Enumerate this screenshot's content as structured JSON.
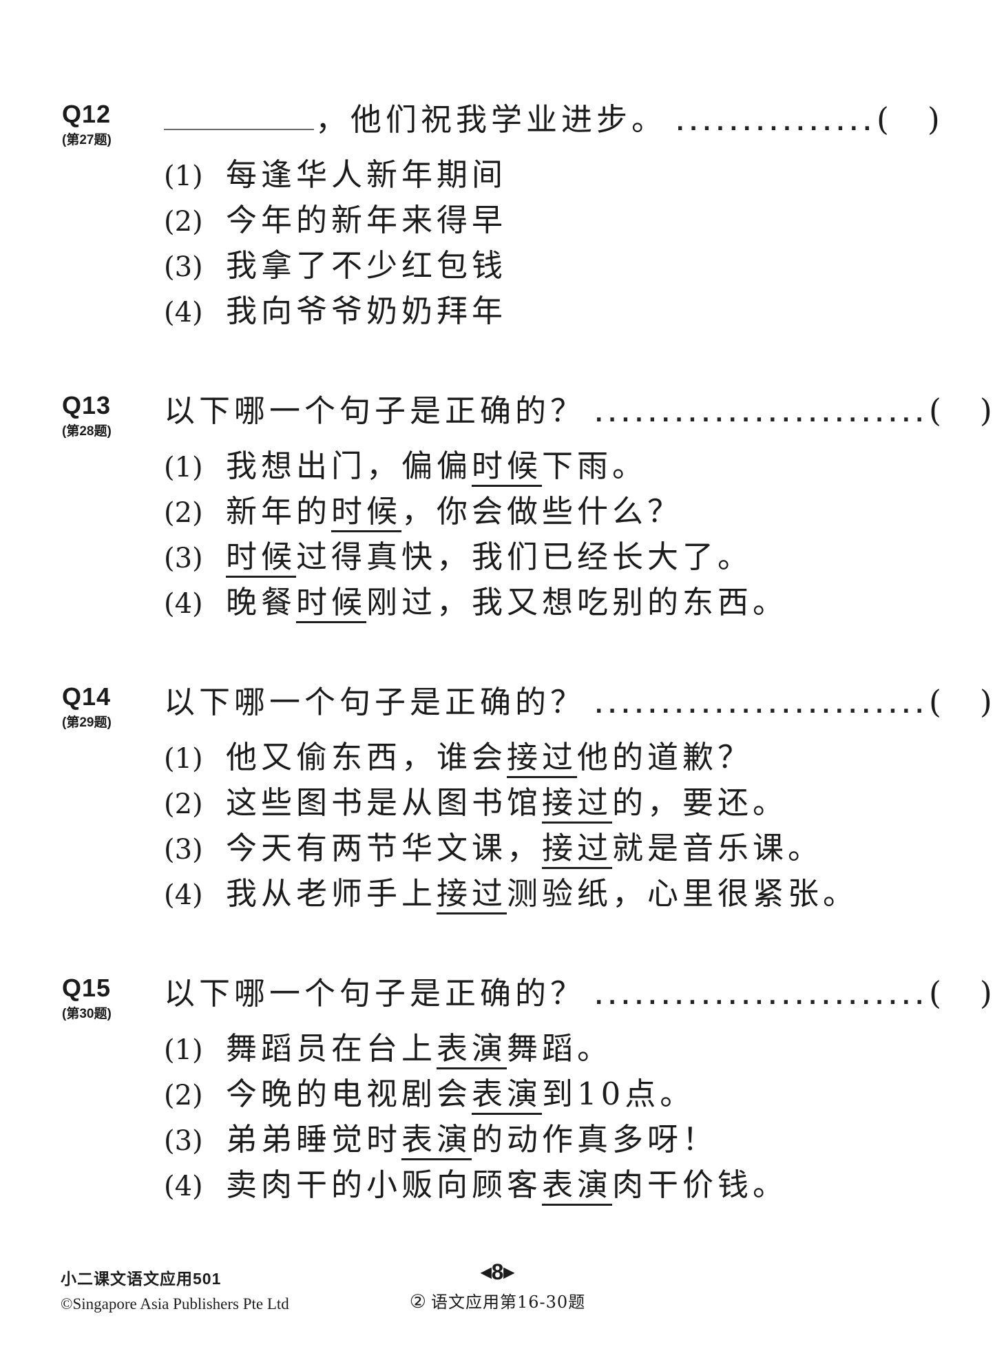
{
  "questions": [
    {
      "id": "Q12",
      "sub_label": "(第27题)",
      "stem": {
        "has_blank": true,
        "pre": "",
        "post": "，他们祝我学业进步。",
        "dots": "...............",
        "bracket_open": "(",
        "bracket_close": ")"
      },
      "options": [
        {
          "num": "(1)",
          "pre": "每逢华人新年期间",
          "underlined": "",
          "post": ""
        },
        {
          "num": "(2)",
          "pre": "今年的新年来得早",
          "underlined": "",
          "post": ""
        },
        {
          "num": "(3)",
          "pre": "我拿了不少红包钱",
          "underlined": "",
          "post": ""
        },
        {
          "num": "(4)",
          "pre": "我向爷爷奶奶拜年",
          "underlined": "",
          "post": ""
        }
      ]
    },
    {
      "id": "Q13",
      "sub_label": "(第28题)",
      "stem": {
        "has_blank": false,
        "pre": "以下哪一个句子是正确的？",
        "post": "",
        "dots": ".........................",
        "bracket_open": "(",
        "bracket_close": ")"
      },
      "options": [
        {
          "num": "(1)",
          "pre": "我想出门，偏偏",
          "underlined": "时候",
          "post": "下雨。"
        },
        {
          "num": "(2)",
          "pre": "新年的",
          "underlined": "时候",
          "post": "，你会做些什么？"
        },
        {
          "num": "(3)",
          "pre": "",
          "underlined": "时候",
          "post": "过得真快，我们已经长大了。"
        },
        {
          "num": "(4)",
          "pre": "晚餐",
          "underlined": "时候",
          "post": "刚过，我又想吃别的东西。"
        }
      ]
    },
    {
      "id": "Q14",
      "sub_label": "(第29题)",
      "stem": {
        "has_blank": false,
        "pre": "以下哪一个句子是正确的？",
        "post": "",
        "dots": ".........................",
        "bracket_open": "(",
        "bracket_close": ")"
      },
      "options": [
        {
          "num": "(1)",
          "pre": "他又偷东西，谁会",
          "underlined": "接过",
          "post": "他的道歉？"
        },
        {
          "num": "(2)",
          "pre": "这些图书是从图书馆",
          "underlined": "接过",
          "post": "的，要还。"
        },
        {
          "num": "(3)",
          "pre": "今天有两节华文课，",
          "underlined": "接过",
          "post": "就是音乐课。"
        },
        {
          "num": "(4)",
          "pre": "我从老师手上",
          "underlined": "接过",
          "post": "测验纸，心里很紧张。"
        }
      ]
    },
    {
      "id": "Q15",
      "sub_label": "(第30题)",
      "stem": {
        "has_blank": false,
        "pre": "以下哪一个句子是正确的？",
        "post": "",
        "dots": ".........................",
        "bracket_open": "(",
        "bracket_close": ")"
      },
      "options": [
        {
          "num": "(1)",
          "pre": "舞蹈员在台上",
          "underlined": "表演",
          "post": "舞蹈。"
        },
        {
          "num": "(2)",
          "pre": "今晚的电视剧会",
          "underlined": "表演",
          "post": "到10点。"
        },
        {
          "num": "(3)",
          "pre": "弟弟睡觉时",
          "underlined": "表演",
          "post": "的动作真多呀！"
        },
        {
          "num": "(4)",
          "pre": "卖肉干的小贩向顾客",
          "underlined": "表演",
          "post": "肉干价钱。"
        }
      ]
    }
  ],
  "footer": {
    "book_title": "小二课文语文应用501",
    "copyright": "©Singapore Asia Publishers Pte Ltd",
    "page_nav_left": "◀",
    "page_number": "8",
    "page_nav_right": "▶",
    "section_badge": "②",
    "section_label": "语文应用第16-30题"
  }
}
